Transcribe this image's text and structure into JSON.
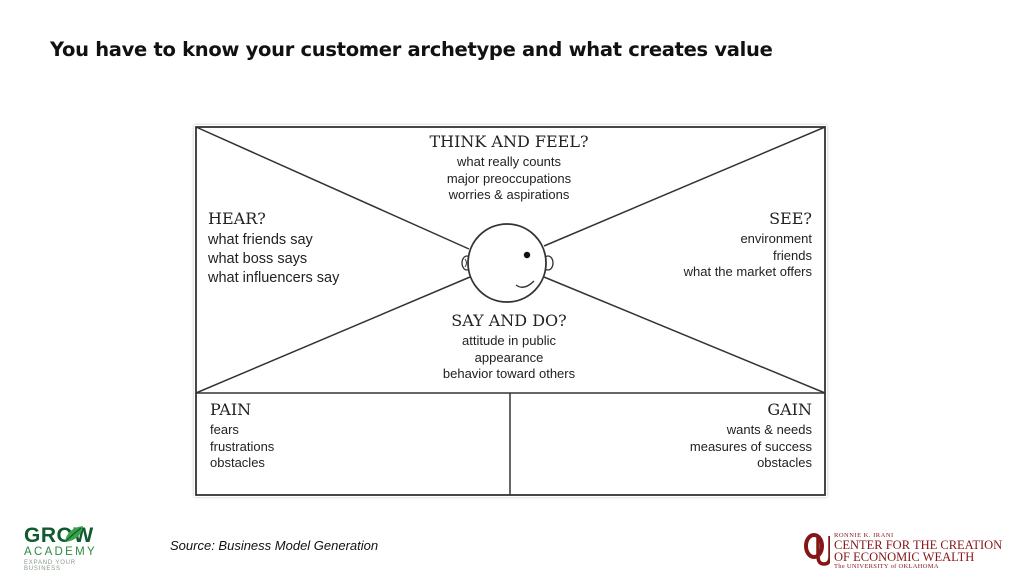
{
  "title": "You have to know your customer archetype and what creates value",
  "empathy_map": {
    "think": {
      "heading": "THINK AND FEEL?",
      "lines": [
        "what really counts",
        "major preoccupations",
        "worries & aspirations"
      ]
    },
    "hear": {
      "heading": "HEAR?",
      "lines": [
        "what friends say",
        "what boss says",
        "what influencers say"
      ]
    },
    "see": {
      "heading": "SEE?",
      "lines": [
        "environment",
        "friends",
        "what the market offers"
      ]
    },
    "say": {
      "heading": "SAY AND DO?",
      "lines": [
        "attitude in public",
        "appearance",
        "behavior toward others"
      ]
    },
    "pain": {
      "heading": "PAIN",
      "lines": [
        "fears",
        "frustrations",
        "obstacles"
      ]
    },
    "gain": {
      "heading": "GAIN",
      "lines": [
        "wants & needs",
        "measures of success",
        "obstacles"
      ]
    }
  },
  "source": "Source: Business Model Generation",
  "logos": {
    "grow": {
      "word": "GROW",
      "academy": "ACADEMY",
      "tagline": "EXPAND YOUR BUSINESS"
    },
    "ou": {
      "small": "RONNIE K. IRANI",
      "line1": "CENTER FOR THE CREATION",
      "line2": "OF ECONOMIC WEALTH",
      "line3": "The UNIVERSITY of OKLAHOMA"
    }
  },
  "colors": {
    "grow_green": "#0f5a2f",
    "academy_green": "#2d8a3e",
    "ou_crimson": "#841617"
  }
}
